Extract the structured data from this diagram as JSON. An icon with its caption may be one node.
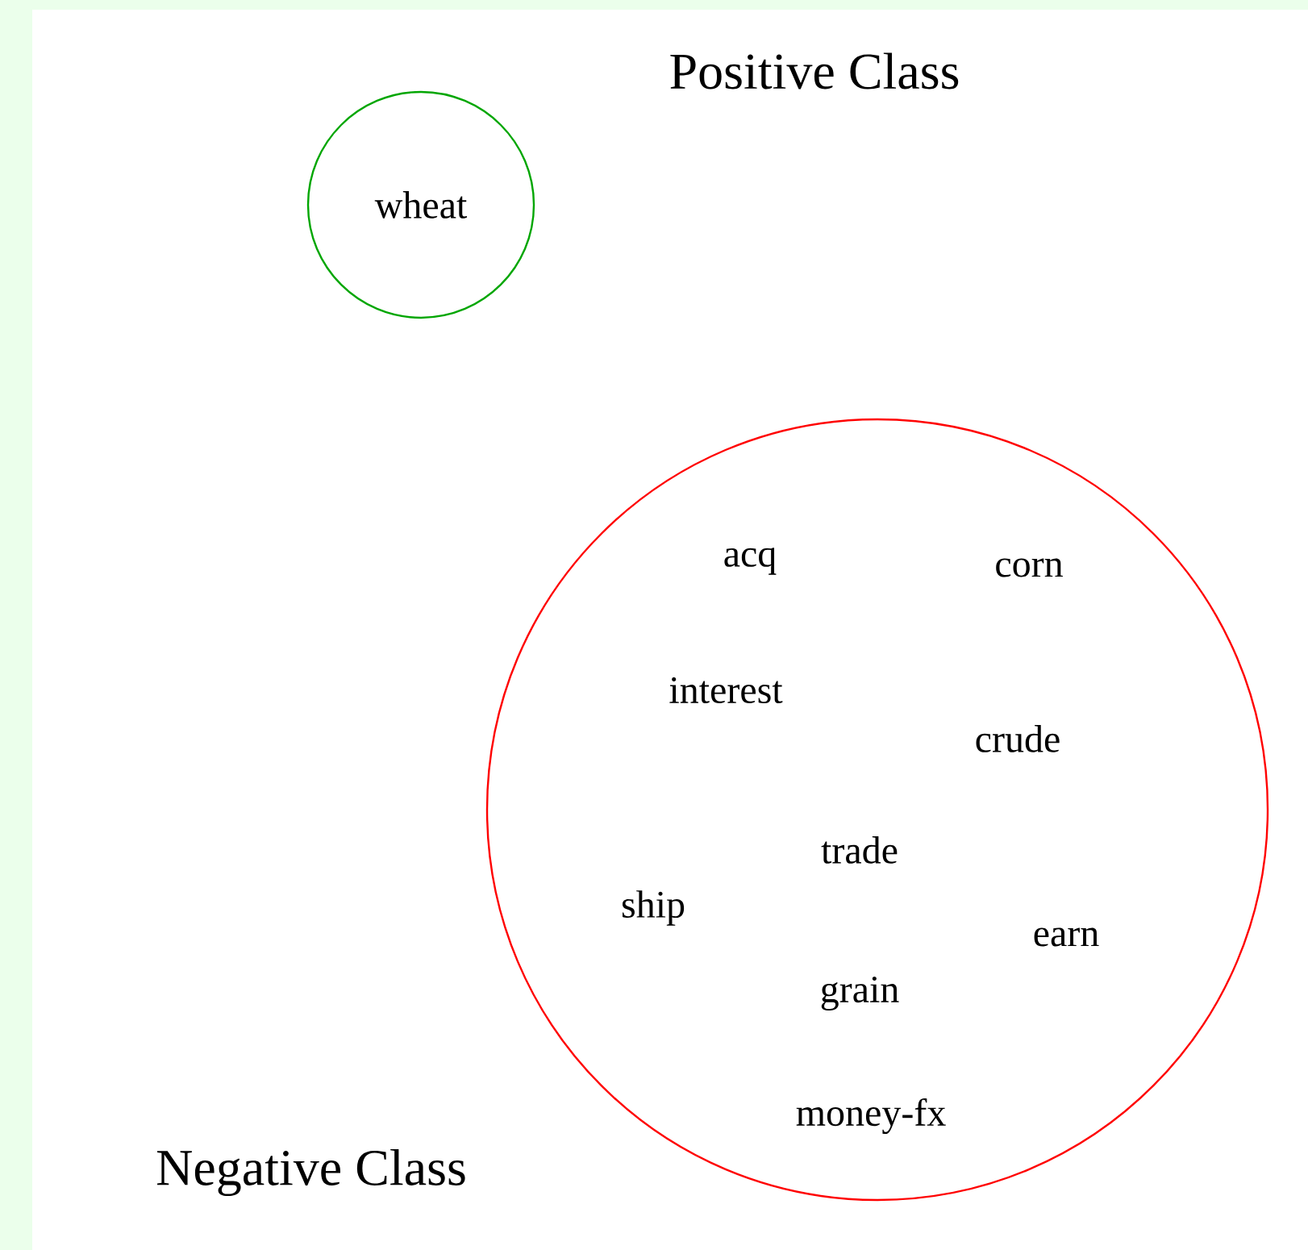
{
  "diagram": {
    "nodes": [
      {
        "text": [
          "wheat"
        ]
      },
      {
        "text": [
          "acq",
          "corn",
          "interest",
          "crude",
          "trade",
          "ship",
          "earn",
          "grain",
          "money-fx"
        ]
      }
    ],
    "labels": [
      "Positive Class",
      "Negative Class"
    ]
  }
}
